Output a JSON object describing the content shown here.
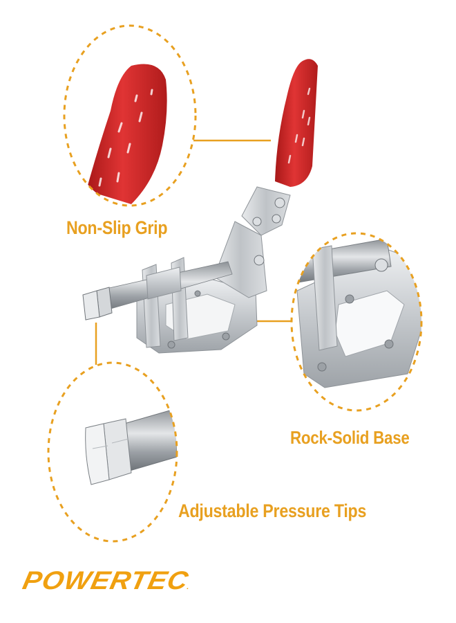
{
  "brand": {
    "logo_text": "POWERTEC",
    "logo_suffix": "."
  },
  "callouts": [
    {
      "id": "grip",
      "label": "Non-Slip Grip"
    },
    {
      "id": "base",
      "label": "Rock-Solid Base"
    },
    {
      "id": "tips",
      "label": "Adjustable Pressure Tips"
    }
  ],
  "colors": {
    "accent": "#E8A020",
    "grip_red": "#D42A2A",
    "metal": "#C9CDD2",
    "background": "#FFFFFF"
  }
}
